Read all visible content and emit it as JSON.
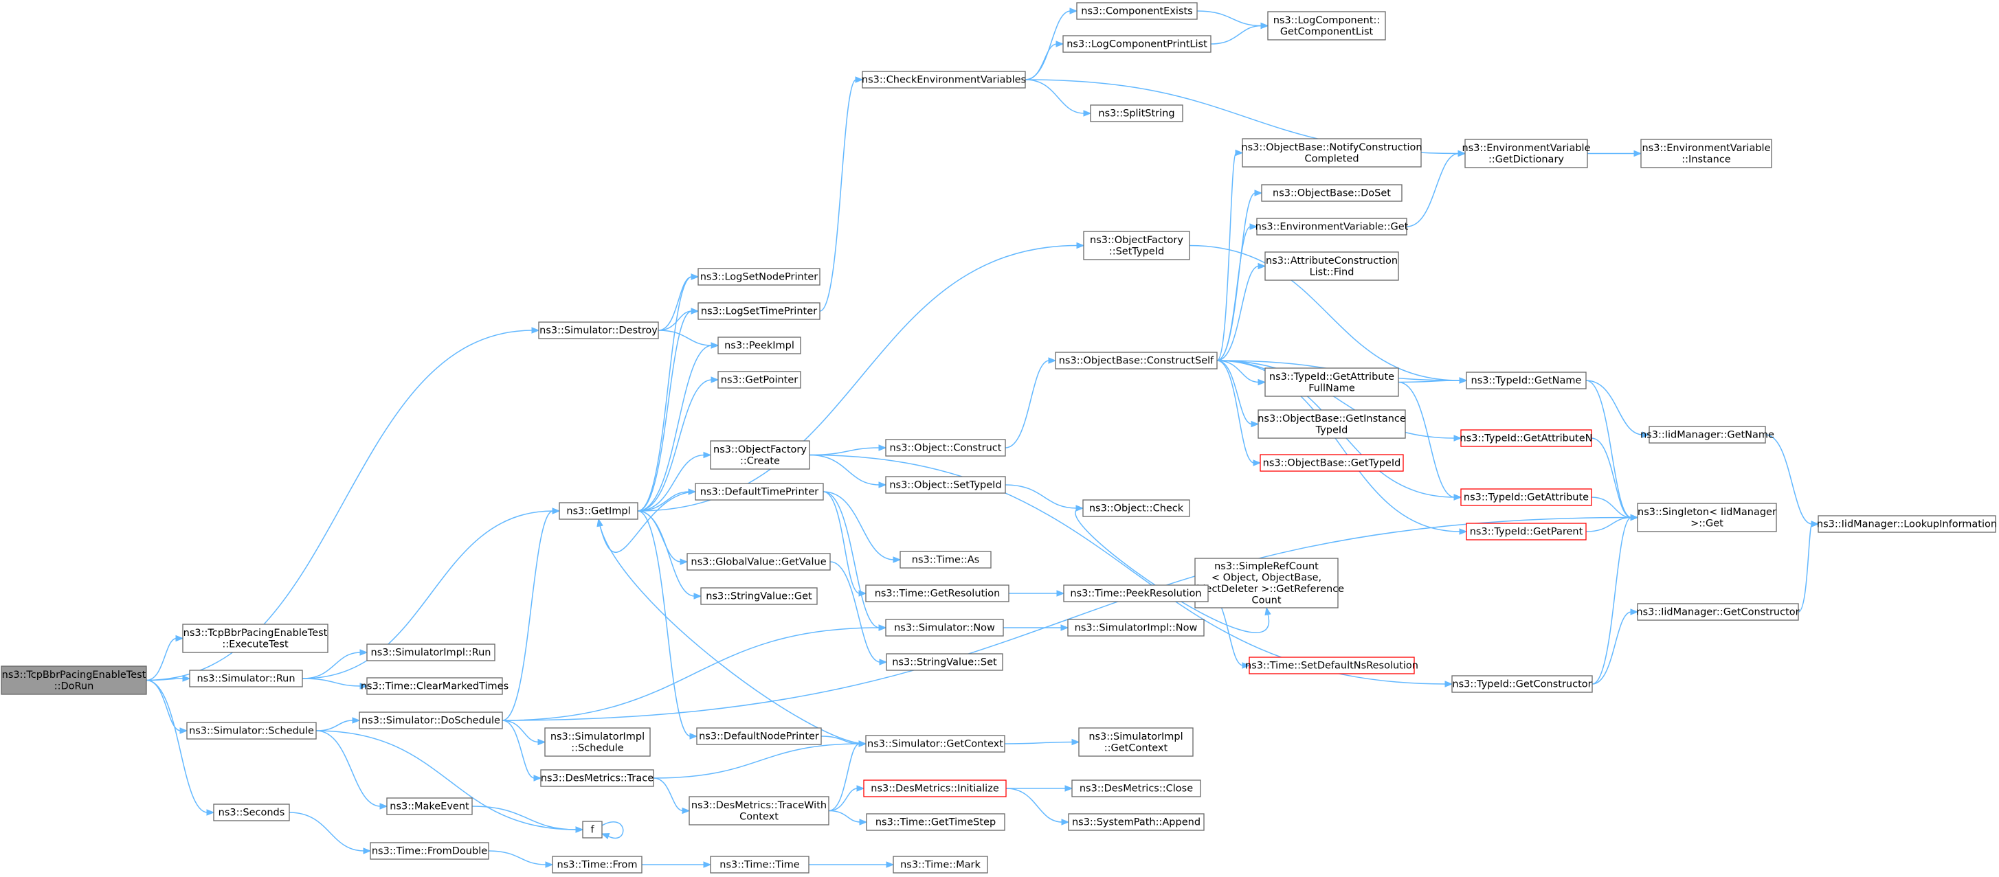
{
  "diagram": {
    "nodes": [
      {
        "id": "dorun",
        "lines": [
          "ns3::TcpBbrPacingEnableTest",
          "::DoRun"
        ],
        "style": "root"
      },
      {
        "id": "destroy",
        "lines": [
          "ns3::Simulator::Destroy"
        ]
      },
      {
        "id": "executetest",
        "lines": [
          "ns3::TcpBbrPacingEnableTest",
          "::ExecuteTest"
        ]
      },
      {
        "id": "run",
        "lines": [
          "ns3::Simulator::Run"
        ]
      },
      {
        "id": "schedule",
        "lines": [
          "ns3::Simulator::Schedule"
        ]
      },
      {
        "id": "seconds",
        "lines": [
          "ns3::Seconds"
        ]
      },
      {
        "id": "getimpl",
        "lines": [
          "ns3::GetImpl"
        ]
      },
      {
        "id": "implrun",
        "lines": [
          "ns3::SimulatorImpl::Run"
        ]
      },
      {
        "id": "clearmarked",
        "lines": [
          "ns3::Time::ClearMarkedTimes"
        ]
      },
      {
        "id": "doschedule",
        "lines": [
          "ns3::Simulator::DoSchedule"
        ]
      },
      {
        "id": "makeevent",
        "lines": [
          "ns3::MakeEvent"
        ]
      },
      {
        "id": "f",
        "lines": [
          "f"
        ]
      },
      {
        "id": "fromdouble",
        "lines": [
          "ns3::Time::FromDouble"
        ]
      },
      {
        "id": "lognodeprinter",
        "lines": [
          "ns3::LogSetNodePrinter"
        ]
      },
      {
        "id": "logtimeprinter",
        "lines": [
          "ns3::LogSetTimePrinter"
        ]
      },
      {
        "id": "peekimpl",
        "lines": [
          "ns3::PeekImpl"
        ]
      },
      {
        "id": "getpointer",
        "lines": [
          "ns3::GetPointer"
        ]
      },
      {
        "id": "ofcreate",
        "lines": [
          "ns3::ObjectFactory",
          "::Create"
        ]
      },
      {
        "id": "deftimeprinter",
        "lines": [
          "ns3::DefaultTimePrinter"
        ]
      },
      {
        "id": "gvgetvalue",
        "lines": [
          "ns3::GlobalValue::GetValue"
        ]
      },
      {
        "id": "svget",
        "lines": [
          "ns3::StringValue::Get"
        ]
      },
      {
        "id": "defnodeprinter",
        "lines": [
          "ns3::DefaultNodePrinter"
        ]
      },
      {
        "id": "implschedule",
        "lines": [
          "ns3::SimulatorImpl",
          "::Schedule"
        ]
      },
      {
        "id": "dmtrace",
        "lines": [
          "ns3::DesMetrics::Trace"
        ]
      },
      {
        "id": "dmtracewith",
        "lines": [
          "ns3::DesMetrics::TraceWith",
          "Context"
        ]
      },
      {
        "id": "timefrom",
        "lines": [
          "ns3::Time::From"
        ]
      },
      {
        "id": "checkenv",
        "lines": [
          "ns3::CheckEnvironmentVariables"
        ]
      },
      {
        "id": "compexists",
        "lines": [
          "ns3::ComponentExists"
        ]
      },
      {
        "id": "logcompprint",
        "lines": [
          "ns3::LogComponentPrintList"
        ]
      },
      {
        "id": "splitstring",
        "lines": [
          "ns3::SplitString"
        ]
      },
      {
        "id": "getcomplist",
        "lines": [
          "ns3::LogComponent::",
          "GetComponentList"
        ]
      },
      {
        "id": "envdict",
        "lines": [
          "ns3::EnvironmentVariable",
          "::GetDictionary"
        ]
      },
      {
        "id": "envinstance",
        "lines": [
          "ns3::EnvironmentVariable",
          "::Instance"
        ]
      },
      {
        "id": "ofsettypeid",
        "lines": [
          "ns3::ObjectFactory",
          "::SetTypeId"
        ]
      },
      {
        "id": "obconstructself",
        "lines": [
          "ns3::ObjectBase::ConstructSelf"
        ]
      },
      {
        "id": "objconstruct",
        "lines": [
          "ns3::Object::Construct"
        ]
      },
      {
        "id": "objsettypeid",
        "lines": [
          "ns3::Object::SetTypeId"
        ]
      },
      {
        "id": "objcheck",
        "lines": [
          "ns3::Object::Check"
        ]
      },
      {
        "id": "timeas",
        "lines": [
          "ns3::Time::As"
        ]
      },
      {
        "id": "timegetres",
        "lines": [
          "ns3::Time::GetResolution"
        ]
      },
      {
        "id": "simnow",
        "lines": [
          "ns3::Simulator::Now"
        ]
      },
      {
        "id": "svset",
        "lines": [
          "ns3::StringValue::Set"
        ]
      },
      {
        "id": "simgetctx",
        "lines": [
          "ns3::Simulator::GetContext"
        ]
      },
      {
        "id": "dminit",
        "lines": [
          "ns3::DesMetrics::Initialize"
        ],
        "style": "red"
      },
      {
        "id": "timegetstep",
        "lines": [
          "ns3::Time::GetTimeStep"
        ]
      },
      {
        "id": "timetime",
        "lines": [
          "ns3::Time::Time"
        ]
      },
      {
        "id": "timemark",
        "lines": [
          "ns3::Time::Mark"
        ]
      },
      {
        "id": "obnotify",
        "lines": [
          "ns3::ObjectBase::NotifyConstruction",
          "Completed"
        ]
      },
      {
        "id": "obdoset",
        "lines": [
          "ns3::ObjectBase::DoSet"
        ]
      },
      {
        "id": "envget",
        "lines": [
          "ns3::EnvironmentVariable::Get"
        ]
      },
      {
        "id": "attrfind",
        "lines": [
          "ns3::AttributeConstruction",
          "List::Find"
        ]
      },
      {
        "id": "getattrfull",
        "lines": [
          "ns3::TypeId::GetAttribute",
          "FullName"
        ]
      },
      {
        "id": "obgetinst",
        "lines": [
          "ns3::ObjectBase::GetInstance",
          "TypeId"
        ]
      },
      {
        "id": "obgettypeid",
        "lines": [
          "ns3::ObjectBase::GetTypeId"
        ],
        "style": "red"
      },
      {
        "id": "srcount",
        "lines": [
          "ns3::SimpleRefCount",
          "< Object, ObjectBase,",
          "ObjectDeleter >::GetReference",
          "Count"
        ]
      },
      {
        "id": "peekres",
        "lines": [
          "ns3::Time::PeekResolution"
        ]
      },
      {
        "id": "implnow",
        "lines": [
          "ns3::SimulatorImpl::Now"
        ]
      },
      {
        "id": "setdefaultns",
        "lines": [
          "ns3::Time::SetDefaultNsResolution"
        ],
        "style": "red"
      },
      {
        "id": "implgetctx",
        "lines": [
          "ns3::SimulatorImpl",
          "::GetContext"
        ]
      },
      {
        "id": "dmclose",
        "lines": [
          "ns3::DesMetrics::Close"
        ]
      },
      {
        "id": "syspath",
        "lines": [
          "ns3::SystemPath::Append"
        ]
      },
      {
        "id": "tgetname",
        "lines": [
          "ns3::TypeId::GetName"
        ]
      },
      {
        "id": "tgetattrn",
        "lines": [
          "ns3::TypeId::GetAttributeN"
        ],
        "style": "red"
      },
      {
        "id": "tgetattr",
        "lines": [
          "ns3::TypeId::GetAttribute"
        ],
        "style": "red"
      },
      {
        "id": "tgetparent",
        "lines": [
          "ns3::TypeId::GetParent"
        ],
        "style": "red"
      },
      {
        "id": "tgetctor",
        "lines": [
          "ns3::TypeId::GetConstructor"
        ]
      },
      {
        "id": "iidgetname",
        "lines": [
          "ns3::IidManager::GetName"
        ]
      },
      {
        "id": "singleton",
        "lines": [
          "ns3::Singleton< IidManager",
          ">::Get"
        ]
      },
      {
        "id": "iidgetctor",
        "lines": [
          "ns3::IidManager::GetConstructor"
        ]
      },
      {
        "id": "iidlookup",
        "lines": [
          "ns3::IidManager::LookupInformation"
        ]
      }
    ],
    "edges": [
      [
        "dorun",
        "destroy"
      ],
      [
        "dorun",
        "executetest"
      ],
      [
        "dorun",
        "run"
      ],
      [
        "dorun",
        "schedule"
      ],
      [
        "dorun",
        "seconds"
      ],
      [
        "destroy",
        "lognodeprinter"
      ],
      [
        "destroy",
        "logtimeprinter"
      ],
      [
        "destroy",
        "peekimpl"
      ],
      [
        "run",
        "getimpl"
      ],
      [
        "run",
        "implrun"
      ],
      [
        "run",
        "clearmarked"
      ],
      [
        "schedule",
        "doschedule"
      ],
      [
        "schedule",
        "makeevent"
      ],
      [
        "schedule",
        "f"
      ],
      [
        "seconds",
        "fromdouble"
      ],
      [
        "getimpl",
        "lognodeprinter"
      ],
      [
        "getimpl",
        "logtimeprinter"
      ],
      [
        "getimpl",
        "peekimpl"
      ],
      [
        "getimpl",
        "getpointer"
      ],
      [
        "getimpl",
        "ofcreate"
      ],
      [
        "getimpl",
        "deftimeprinter"
      ],
      [
        "getimpl",
        "gvgetvalue"
      ],
      [
        "getimpl",
        "svget"
      ],
      [
        "getimpl",
        "defnodeprinter"
      ],
      [
        "getimpl",
        "ofsettypeid"
      ],
      [
        "doschedule",
        "getimpl"
      ],
      [
        "doschedule",
        "simnow"
      ],
      [
        "doschedule",
        "implschedule"
      ],
      [
        "doschedule",
        "dmtrace"
      ],
      [
        "doschedule",
        "singleton"
      ],
      [
        "makeevent",
        "f"
      ],
      [
        "f",
        "f"
      ],
      [
        "fromdouble",
        "timefrom"
      ],
      [
        "logtimeprinter",
        "checkenv"
      ],
      [
        "ofcreate",
        "objconstruct"
      ],
      [
        "ofcreate",
        "objsettypeid"
      ],
      [
        "ofcreate",
        "tgetctor"
      ],
      [
        "deftimeprinter",
        "getimpl"
      ],
      [
        "deftimeprinter",
        "simnow"
      ],
      [
        "deftimeprinter",
        "timeas"
      ],
      [
        "deftimeprinter",
        "timegetres"
      ],
      [
        "gvgetvalue",
        "svset"
      ],
      [
        "defnodeprinter",
        "simgetctx"
      ],
      [
        "dmtrace",
        "simgetctx"
      ],
      [
        "dmtrace",
        "dmtracewith"
      ],
      [
        "dmtracewith",
        "simgetctx"
      ],
      [
        "dmtracewith",
        "dminit"
      ],
      [
        "dmtracewith",
        "timegetstep"
      ],
      [
        "timefrom",
        "timetime"
      ],
      [
        "timetime",
        "timemark"
      ],
      [
        "checkenv",
        "compexists"
      ],
      [
        "checkenv",
        "logcompprint"
      ],
      [
        "checkenv",
        "splitstring"
      ],
      [
        "checkenv",
        "envdict"
      ],
      [
        "compexists",
        "getcomplist"
      ],
      [
        "logcompprint",
        "getcomplist"
      ],
      [
        "envdict",
        "envinstance"
      ],
      [
        "ofsettypeid",
        "tgetname"
      ],
      [
        "objconstruct",
        "obconstructself"
      ],
      [
        "objsettypeid",
        "objcheck"
      ],
      [
        "objcheck",
        "srcount"
      ],
      [
        "obconstructself",
        "obnotify"
      ],
      [
        "obconstructself",
        "obdoset"
      ],
      [
        "obconstructself",
        "envget"
      ],
      [
        "obconstructself",
        "attrfind"
      ],
      [
        "obconstructself",
        "getattrfull"
      ],
      [
        "obconstructself",
        "obgetinst"
      ],
      [
        "obconstructself",
        "obgettypeid"
      ],
      [
        "obconstructself",
        "tgetname"
      ],
      [
        "obconstructself",
        "tgetattrn"
      ],
      [
        "obconstructself",
        "tgetattr"
      ],
      [
        "obconstructself",
        "tgetparent"
      ],
      [
        "envget",
        "envdict"
      ],
      [
        "getattrfull",
        "tgetname"
      ],
      [
        "getattrfull",
        "tgetattr"
      ],
      [
        "timegetres",
        "peekres"
      ],
      [
        "peekres",
        "setdefaultns"
      ],
      [
        "simnow",
        "implnow"
      ],
      [
        "simgetctx",
        "getimpl"
      ],
      [
        "simgetctx",
        "implgetctx"
      ],
      [
        "dminit",
        "dmclose"
      ],
      [
        "dminit",
        "syspath"
      ],
      [
        "tgetname",
        "iidgetname"
      ],
      [
        "tgetname",
        "singleton"
      ],
      [
        "tgetattrn",
        "singleton"
      ],
      [
        "tgetattr",
        "singleton"
      ],
      [
        "tgetparent",
        "singleton"
      ],
      [
        "tgetctor",
        "singleton"
      ],
      [
        "tgetctor",
        "iidgetctor"
      ],
      [
        "iidgetname",
        "iidlookup"
      ],
      [
        "iidgetctor",
        "iidlookup"
      ]
    ]
  }
}
